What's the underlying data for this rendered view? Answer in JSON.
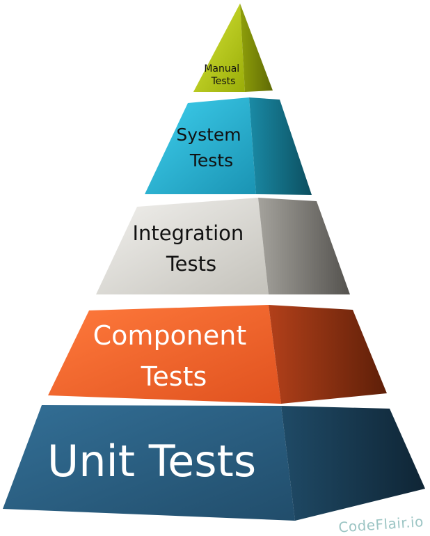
{
  "tiers": [
    {
      "id": "manual",
      "lines": [
        "Manual",
        "Tests"
      ],
      "front_color": "#b4c90c",
      "side_color": "#7e8c08"
    },
    {
      "id": "system",
      "lines": [
        "System",
        "Tests"
      ],
      "front_color": "#22b0cf",
      "side_color": "#14748a"
    },
    {
      "id": "integration",
      "lines": [
        "Integration",
        "Tests"
      ],
      "front_color": "#dcdad4",
      "side_color": "#7d7b75"
    },
    {
      "id": "component",
      "lines": [
        "Component",
        "Tests"
      ],
      "front_color": "#f2632b",
      "side_color": "#8a2f0f"
    },
    {
      "id": "unit",
      "lines": [
        "Unit Tests"
      ],
      "front_color": "#2a5d80",
      "side_color": "#173a52"
    }
  ],
  "watermark": "CodeFlair.io"
}
